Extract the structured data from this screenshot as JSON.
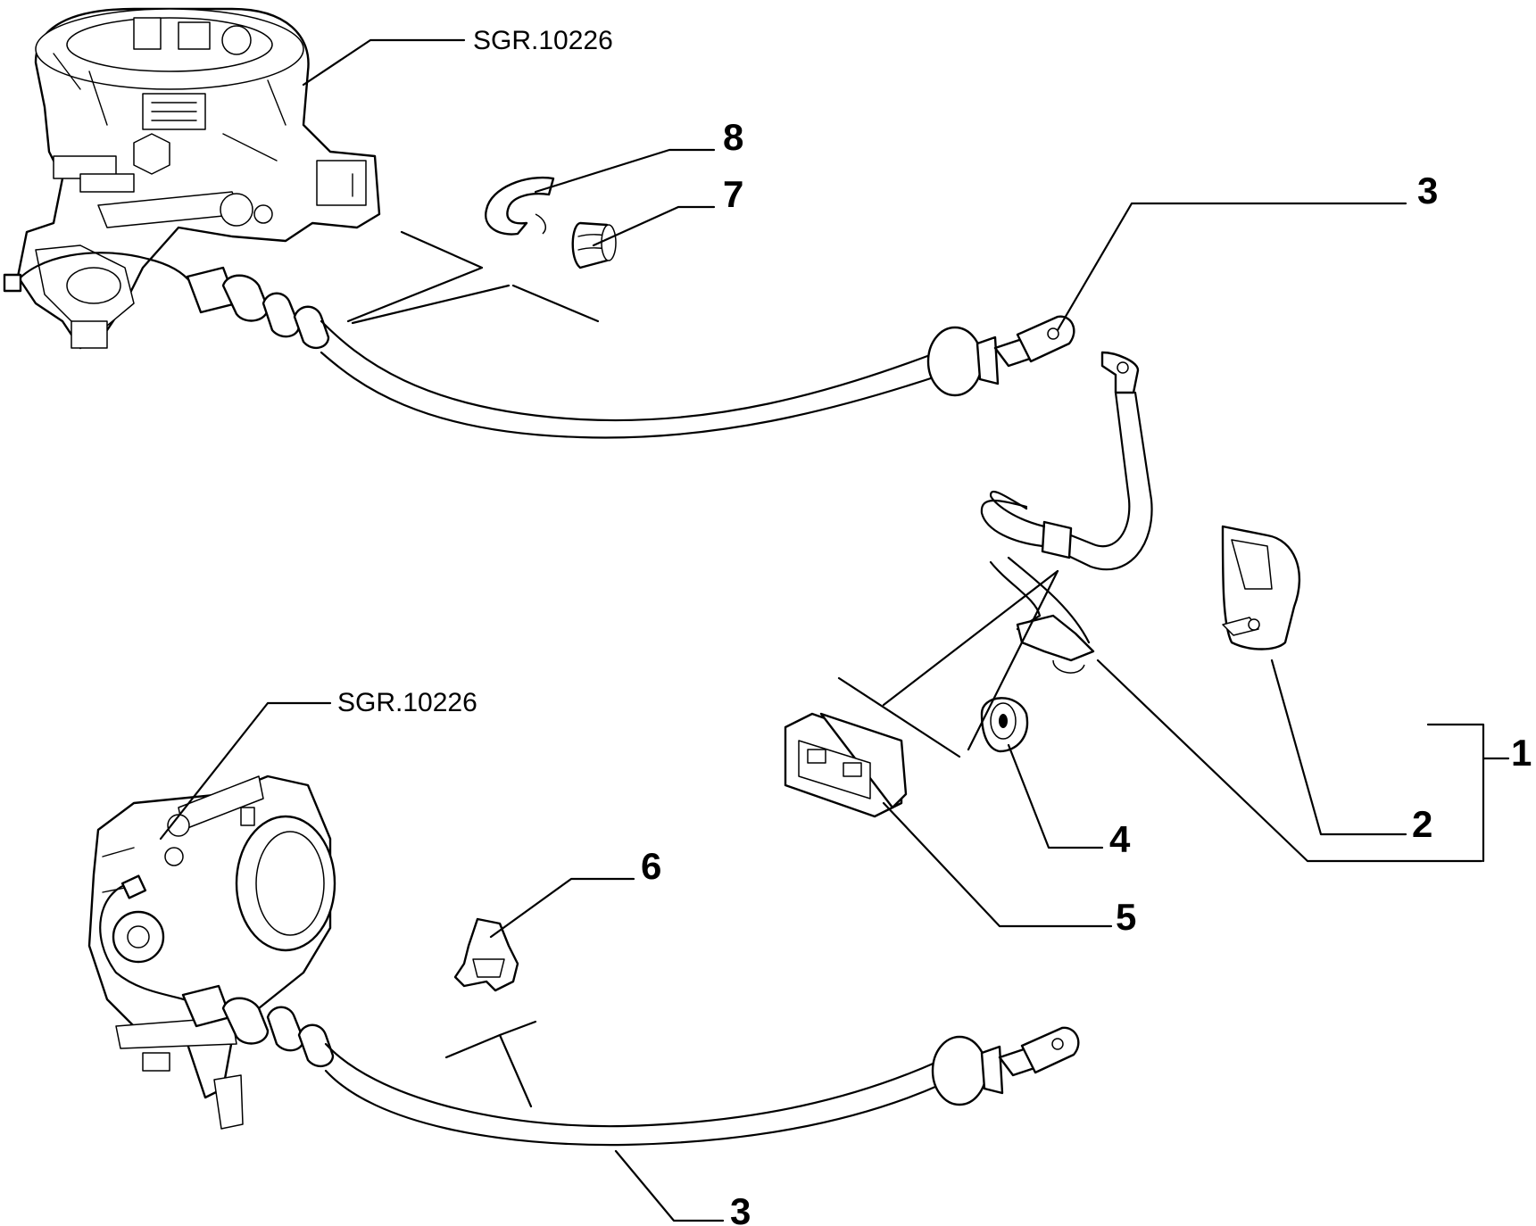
{
  "diagram": {
    "references": {
      "top": "SGR.10226",
      "bottom": "SGR.10226"
    },
    "callouts": {
      "c1": "1",
      "c2": "2",
      "c3_top": "3",
      "c3_bottom": "3",
      "c4": "4",
      "c5": "5",
      "c6": "6",
      "c7": "7",
      "c8": "8"
    }
  }
}
